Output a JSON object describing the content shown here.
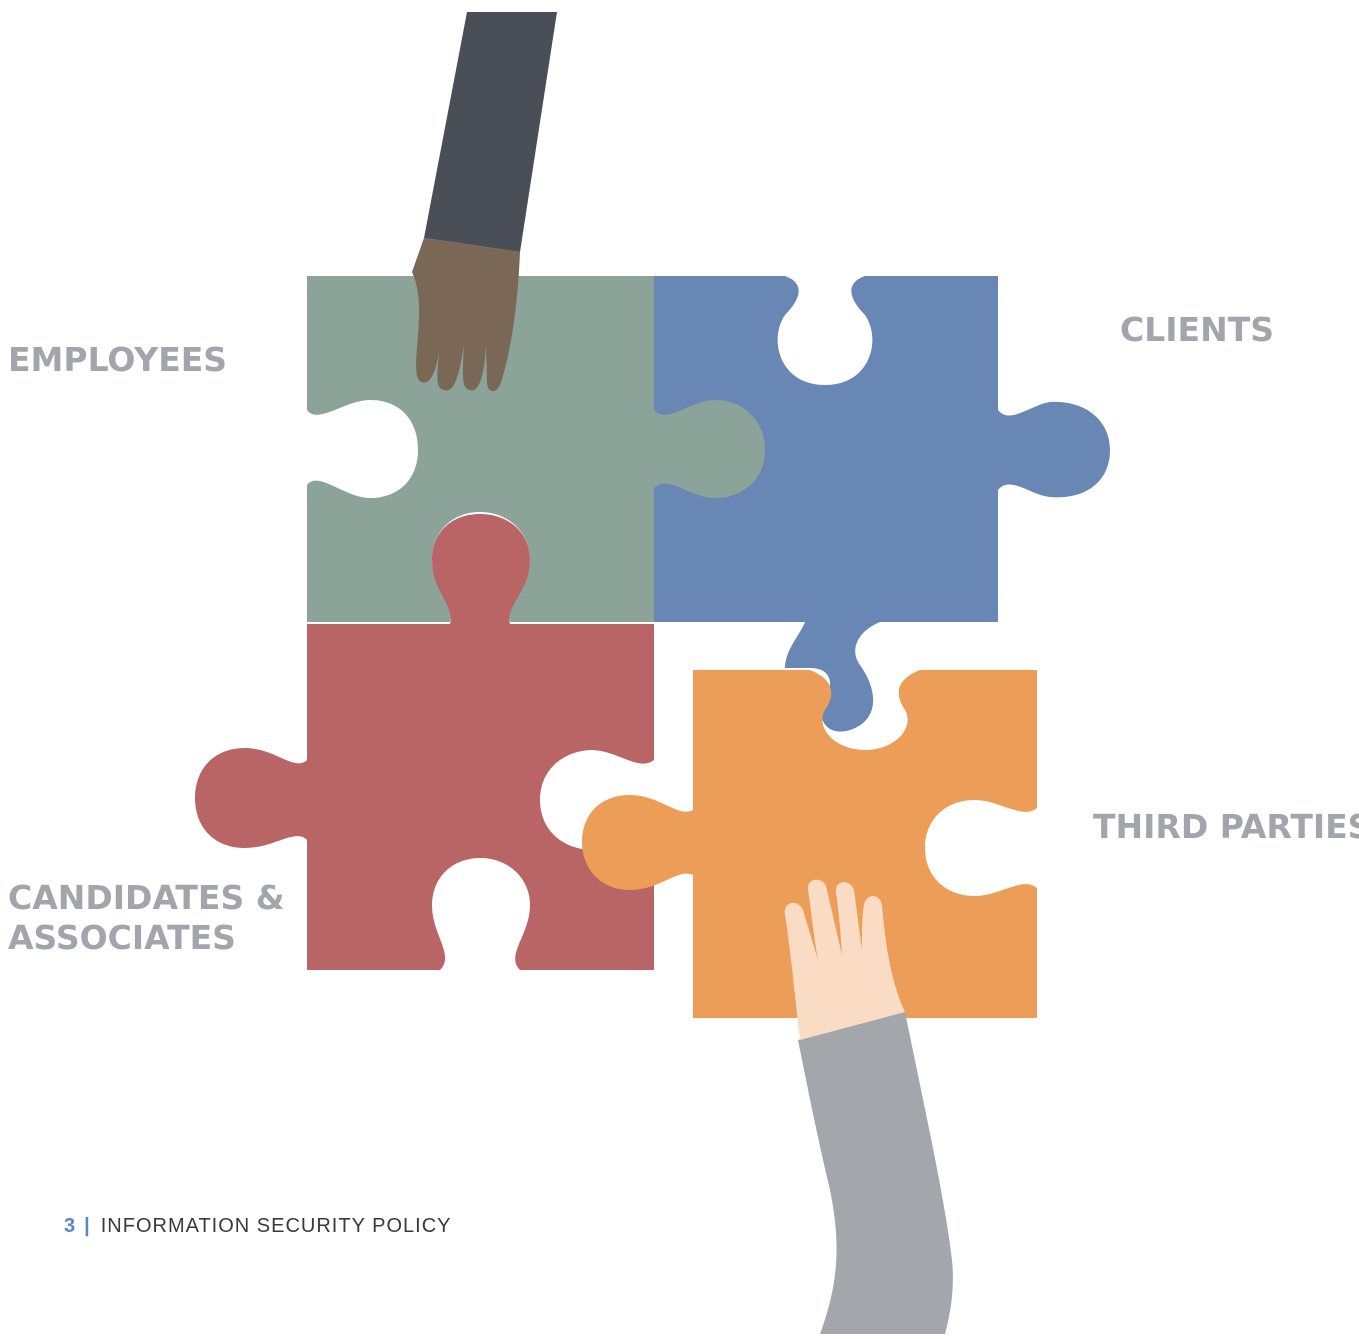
{
  "labels": {
    "employees": "EMPLOYEES",
    "clients": "CLIENTS",
    "third_parties": "THIRD PARTIES",
    "candidates_line1": "CANDIDATES &",
    "candidates_line2": "ASSOCIATES"
  },
  "footer": {
    "page_number": "3",
    "separator": "|",
    "title": "INFORMATION SECURITY POLICY"
  },
  "colors": {
    "green_piece": "#8ba398",
    "blue_piece": "#6987b5",
    "red_piece": "#b96565",
    "orange_piece": "#ec9d57",
    "label_text": "#a2a5ab",
    "accent": "#5b86c4"
  }
}
